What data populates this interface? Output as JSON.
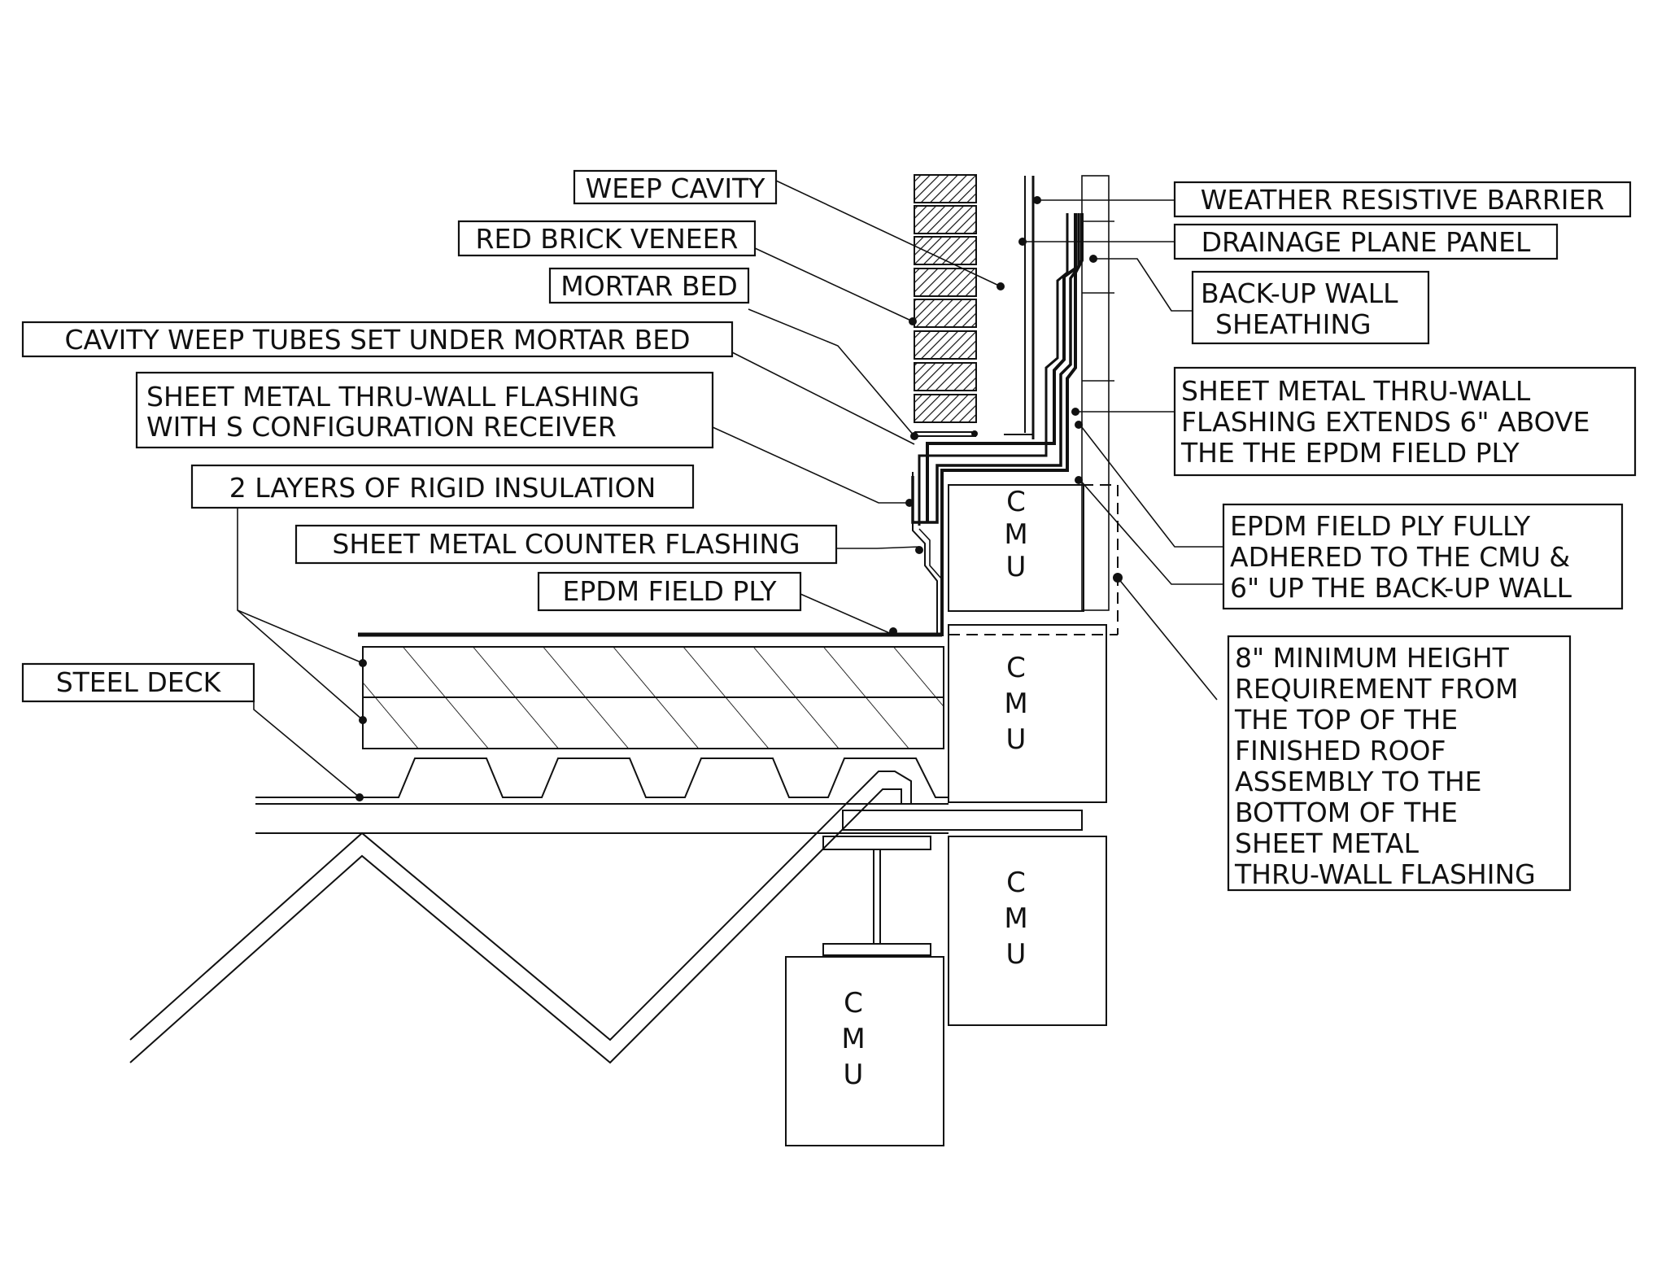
{
  "labels": {
    "weep_cavity": "WEEP CAVITY",
    "red_brick_veneer": "RED BRICK VENEER",
    "mortar_bed": "MORTAR BED",
    "cavity_weep_tubes": "CAVITY WEEP TUBES SET UNDER MORTAR BED",
    "thru_wall_flashing": [
      "SHEET METAL THRU-WALL FLASHING",
      "WITH S CONFIGURATION RECEIVER"
    ],
    "rigid_insulation": "2 LAYERS OF RIGID INSULATION",
    "counter_flashing": "SHEET METAL COUNTER FLASHING",
    "epdm_field_ply": "EPDM FIELD PLY",
    "steel_deck": "STEEL DECK",
    "weather_resistive_barrier": "WEATHER RESISTIVE BARRIER",
    "drainage_plane_panel": "DRAINAGE PLANE PANEL",
    "backup_wall_sheathing": [
      "BACK-UP WALL",
      "SHEATHING"
    ],
    "flashing_extends": [
      "SHEET METAL THRU-WALL",
      "FLASHING EXTENDS 6\" ABOVE",
      "THE THE EPDM FIELD PLY"
    ],
    "epdm_adhered": [
      "EPDM FIELD PLY FULLY",
      "ADHERED TO THE CMU &",
      "6\" UP THE BACK-UP WALL"
    ],
    "min_height": [
      "8\" MINIMUM HEIGHT",
      "REQUIREMENT FROM",
      "THE TOP OF THE",
      "FINISHED ROOF",
      "ASSEMBLY TO THE",
      "BOTTOM OF THE",
      "SHEET METAL",
      "THRU-WALL FLASHING"
    ]
  },
  "cmu_blocks": [
    [
      "C",
      "M",
      "U"
    ],
    [
      "C",
      "M",
      "U"
    ],
    [
      "C",
      "M",
      "U"
    ],
    [
      "C",
      "M",
      "U"
    ]
  ],
  "colors": {
    "ink": "#111111",
    "paper": "#ffffff"
  }
}
